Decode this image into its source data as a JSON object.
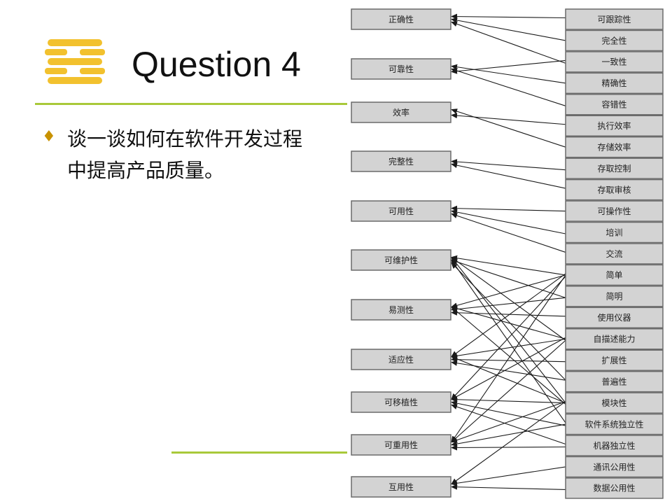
{
  "title": "Question 4",
  "bullet": "谈一谈如何在软件开发过程中提高产品质量。",
  "diagram": {
    "left_nodes": [
      "正确性",
      "可靠性",
      "效率",
      "完整性",
      "可用性",
      "可维护性",
      "易测性",
      "适应性",
      "可移植性",
      "可重用性",
      "互用性"
    ],
    "right_nodes": [
      "可跟踪性",
      "完全性",
      "一致性",
      "精确性",
      "容错性",
      "执行效率",
      "存储效率",
      "存取控制",
      "存取审核",
      "可操作性",
      "培训",
      "交流",
      "简单",
      "简明",
      "使用仪器",
      "自描述能力",
      "扩展性",
      "普遍性",
      "模块性",
      "软件系统独立性",
      "机器独立性",
      "通讯公用性",
      "数据公用性"
    ],
    "edges": [
      [
        0,
        0
      ],
      [
        1,
        0
      ],
      [
        2,
        0
      ],
      [
        2,
        1
      ],
      [
        3,
        1
      ],
      [
        4,
        1
      ],
      [
        5,
        2
      ],
      [
        6,
        2
      ],
      [
        7,
        3
      ],
      [
        8,
        3
      ],
      [
        9,
        4
      ],
      [
        10,
        4
      ],
      [
        11,
        4
      ],
      [
        12,
        5
      ],
      [
        13,
        5
      ],
      [
        17,
        5
      ],
      [
        18,
        5
      ],
      [
        15,
        5
      ],
      [
        19,
        5
      ],
      [
        12,
        6
      ],
      [
        13,
        6
      ],
      [
        14,
        6
      ],
      [
        15,
        6
      ],
      [
        18,
        6
      ],
      [
        12,
        7
      ],
      [
        15,
        7
      ],
      [
        16,
        7
      ],
      [
        17,
        7
      ],
      [
        18,
        7
      ],
      [
        12,
        8
      ],
      [
        15,
        8
      ],
      [
        18,
        8
      ],
      [
        19,
        8
      ],
      [
        20,
        8
      ],
      [
        12,
        9
      ],
      [
        15,
        9
      ],
      [
        18,
        9
      ],
      [
        19,
        9
      ],
      [
        20,
        9
      ],
      [
        18,
        10
      ],
      [
        21,
        10
      ],
      [
        22,
        10
      ]
    ],
    "colors": {
      "box_fill": "#d3d3d3",
      "box_stroke": "#6b6b6b",
      "edge": "#1a1a1a",
      "accent": "#a9c93a",
      "logo": "#f2c12e"
    }
  }
}
